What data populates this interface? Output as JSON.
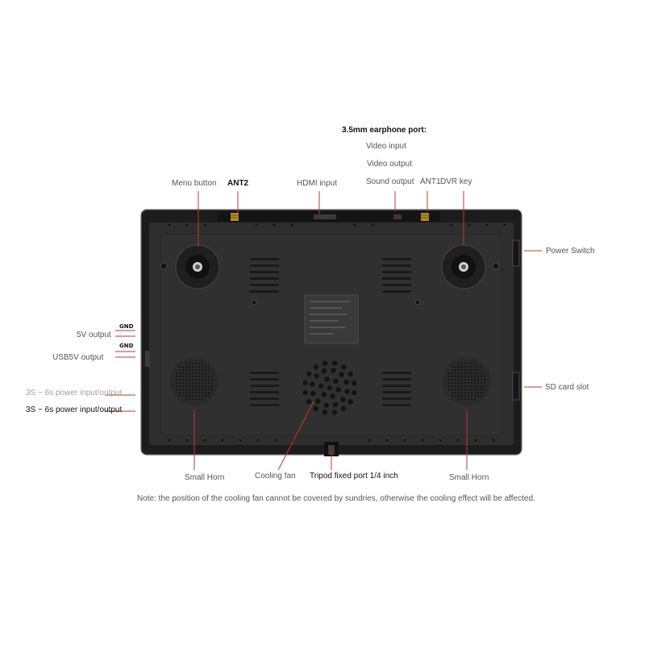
{
  "labels": {
    "earphone_port": "3.5mm earphone port:",
    "video_input": "Video input",
    "video_output": "Video output",
    "sound_output": "Sound output",
    "ant1": "ANT1",
    "dvr_key": "DVR key",
    "menu_button": "Menu button",
    "ant2": "ANT2",
    "hdmi_input": "HDMI input",
    "power_switch": "Power Switch",
    "gnd_1": "GND",
    "gnd_2": "GND",
    "out_5v": "5V output",
    "usb_5v": "USB5V output",
    "power_io_faded": "3S ~ 6s power input/output",
    "power_io": "3S ~ 6s power input/output",
    "sd_card": "SD card slot",
    "small_horn_left": "Small Horn",
    "cooling_fan": "Cooling fan",
    "tripod": "Tripod fixed port 1/4 inch",
    "small_horn_right": "Small Horn"
  },
  "note": "Note: the position of the cooling fan cannot be covered by sundries, otherwise the cooling effect will be affected.",
  "colors": {
    "leader": "#c0392b",
    "device_body": "#2b2b2b",
    "device_bezel": "#1a1a1a"
  }
}
